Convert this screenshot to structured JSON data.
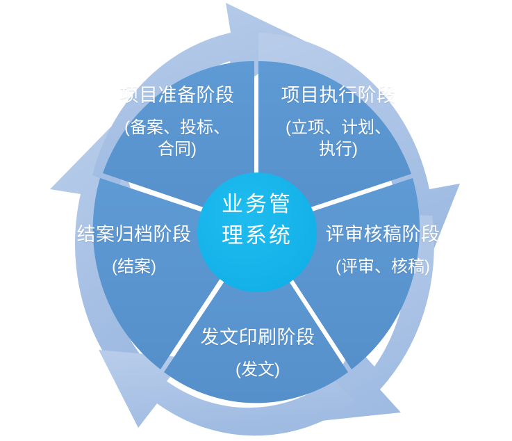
{
  "diagram": {
    "type": "cycle-wheel",
    "hub": {
      "name": "业务管理系统",
      "lines": [
        "业务管",
        "理系统"
      ],
      "color": "#16b3ea"
    },
    "ring": {
      "arrow_color": "#a9c3e5",
      "arrow_color_dark": "#9ab8e0",
      "direction": "clockwise",
      "arrow_count": 5
    },
    "segments": [
      {
        "id": "prepare",
        "title": "项目准备阶段",
        "sub_lines": [
          "(备案、投标、",
          "合同)"
        ],
        "color": "#5b95cf"
      },
      {
        "id": "execute",
        "title": "项目执行阶段",
        "sub_lines": [
          "(立项、计划、",
          "执行)"
        ],
        "color": "#5b95cf"
      },
      {
        "id": "review",
        "title": "评审核稿阶段",
        "sub_lines": [
          "(评审、核稿)"
        ],
        "color": "#5b95cf"
      },
      {
        "id": "publish",
        "title": "发文印刷阶段",
        "sub_lines": [
          "(发文)"
        ],
        "color": "#5b95cf"
      },
      {
        "id": "archive",
        "title": "结案归档阶段",
        "sub_lines": [
          "(结案)"
        ],
        "color": "#5b95cf"
      }
    ]
  }
}
